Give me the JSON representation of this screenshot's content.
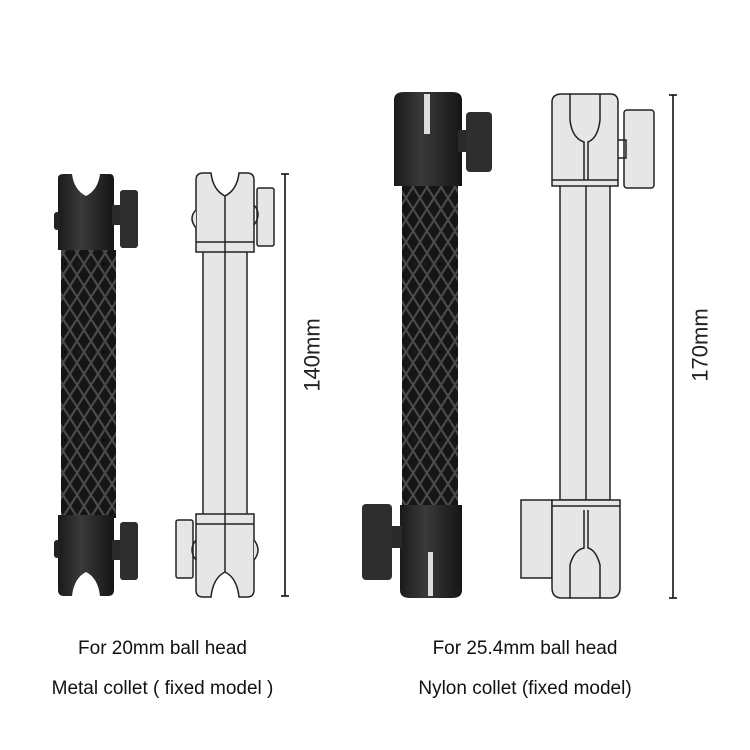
{
  "products": [
    {
      "id": "short-arm",
      "dimension_label": "140mm",
      "caption_line1": "For 20mm ball head",
      "caption_line2": "Metal collet ( fixed model )"
    },
    {
      "id": "long-arm",
      "dimension_label": "170mm",
      "caption_line1": "For 25.4mm ball head",
      "caption_line2": "Nylon collet (fixed model)"
    }
  ],
  "colors": {
    "background": "#ffffff",
    "photo_dark": "#1e1e1e",
    "drawing_fill": "#e6e6e6",
    "drawing_stroke": "#222222"
  }
}
